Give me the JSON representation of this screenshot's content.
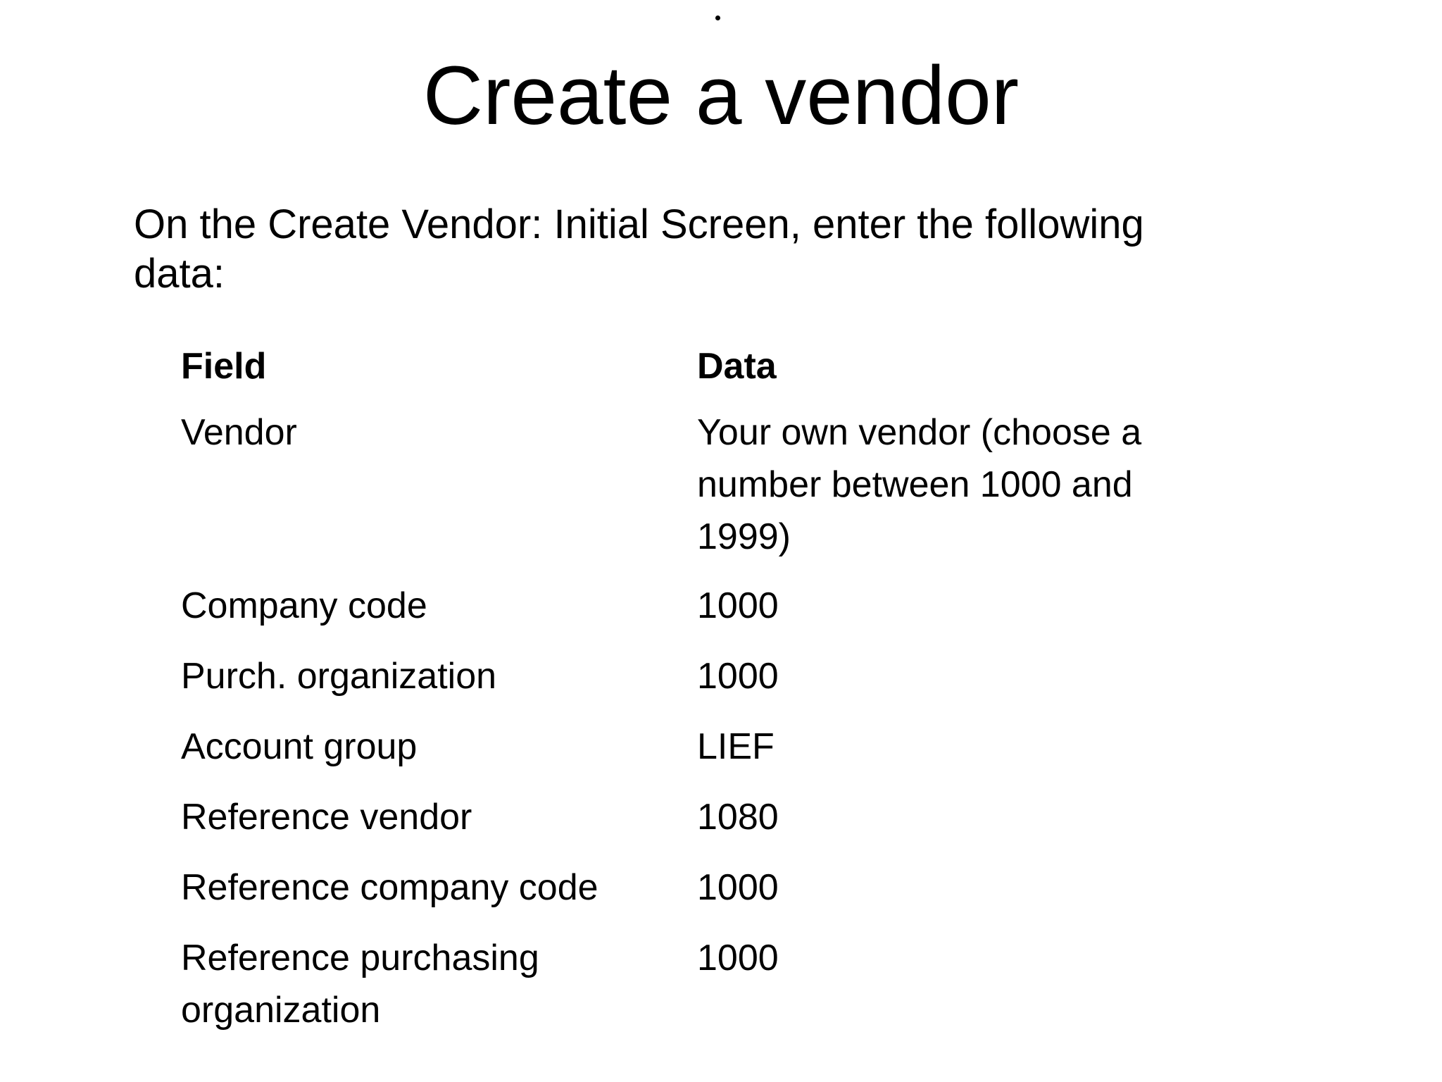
{
  "slide": {
    "title": "Create a vendor",
    "intro": "On the Create Vendor: Initial Screen, enter the following data:",
    "table": {
      "header": {
        "field": "Field",
        "data": "Data"
      },
      "rows": [
        {
          "field": "Vendor",
          "data": "Your own vendor (choose a number between 1000 and 1999)"
        },
        {
          "field": "Company code",
          "data": "1000"
        },
        {
          "field": "Purch. organization",
          "data": "1000"
        },
        {
          "field": "Account group",
          "data": "LIEF"
        },
        {
          "field": "Reference vendor",
          "data": "1080"
        },
        {
          "field": "Reference company code",
          "data": "1000"
        },
        {
          "field": "Reference purchasing organization",
          "data": "1000"
        }
      ]
    },
    "colors": {
      "background": "#ffffff",
      "text": "#000000"
    }
  }
}
